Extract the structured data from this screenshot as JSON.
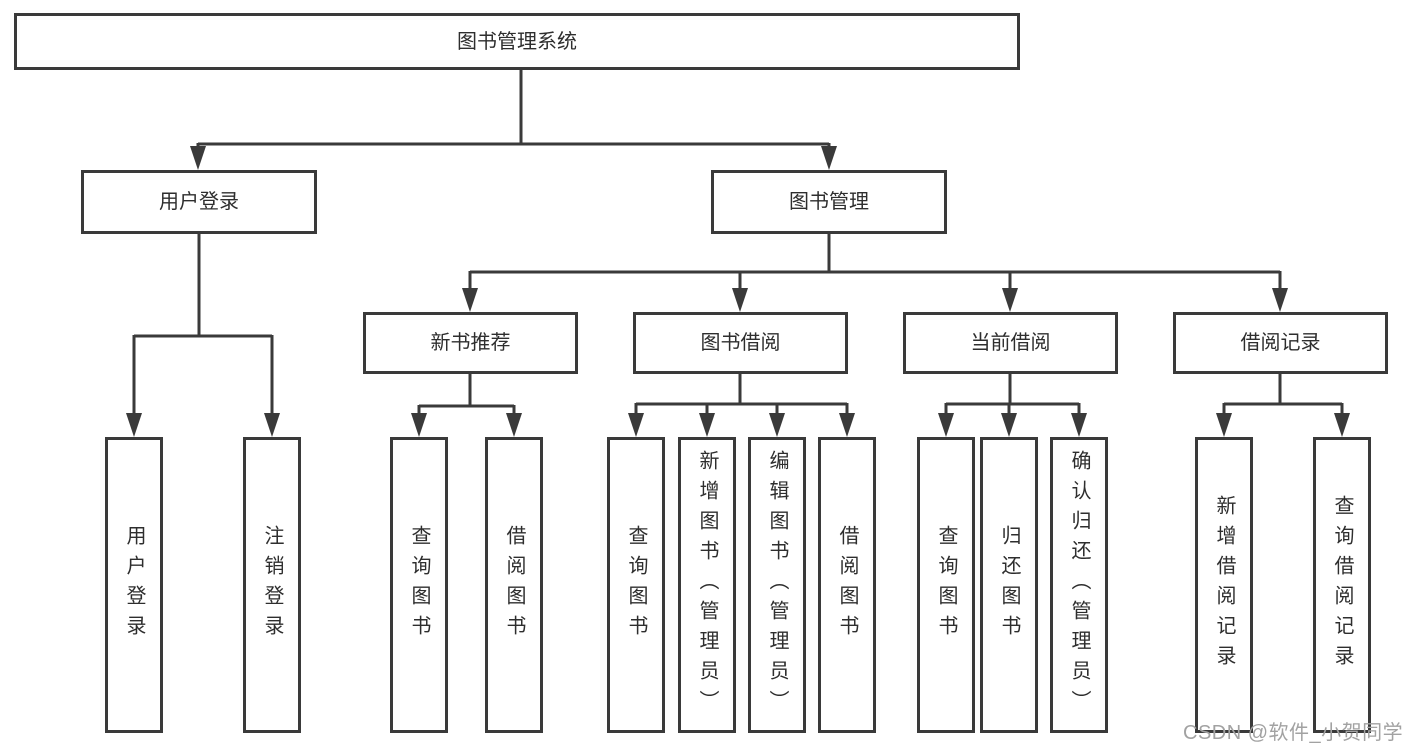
{
  "tree": {
    "root": {
      "label": "图书管理系统"
    },
    "children": [
      {
        "label": "用户登录",
        "children": [
          {
            "label": "用户登录"
          },
          {
            "label": "注销登录"
          }
        ]
      },
      {
        "label": "图书管理",
        "children": [
          {
            "label": "新书推荐",
            "children": [
              {
                "label": "查询图书"
              },
              {
                "label": "借阅图书"
              }
            ]
          },
          {
            "label": "图书借阅",
            "children": [
              {
                "label": "查询图书"
              },
              {
                "label": "新增图书（管理员）"
              },
              {
                "label": "编辑图书（管理员）"
              },
              {
                "label": "借阅图书"
              }
            ]
          },
          {
            "label": "当前借阅",
            "children": [
              {
                "label": "查询图书"
              },
              {
                "label": "归还图书"
              },
              {
                "label": "确认归还（管理员）"
              }
            ]
          },
          {
            "label": "借阅记录",
            "children": [
              {
                "label": "新增借阅记录"
              },
              {
                "label": "查询借阅记录"
              }
            ]
          }
        ]
      }
    ]
  },
  "watermark": {
    "text": "CSDN @软件_小贺同学"
  },
  "colors": {
    "line": "#3a3a3a",
    "box_border": "#3a3a3a",
    "text": "#2e2e2e",
    "watermark": "#a2a2a2",
    "background": "#ffffff"
  }
}
